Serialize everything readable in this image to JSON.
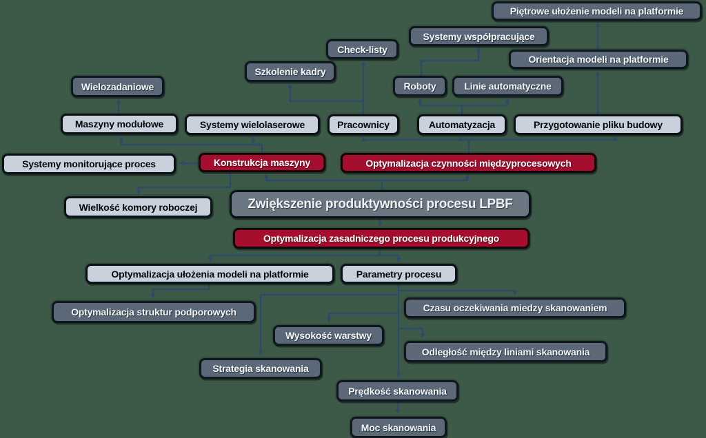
{
  "colors": {
    "background": "#3d5a48",
    "dark_node_fill": "#5a6877",
    "light_node_fill": "#c9d2dc",
    "red_node_fill": "#a60e2e",
    "center_node_fill": "#6b7683",
    "connector": "#2d4a67",
    "dark_node_text": "#f2f5f8",
    "light_node_text": "#05080b"
  },
  "nodes": [
    {
      "id": "wielozadaniowe",
      "label": "Wielozadaniowe",
      "type": "dark"
    },
    {
      "id": "maszyny-modulowe",
      "label": "Maszyny modułowe",
      "type": "light"
    },
    {
      "id": "systemy-wielolaserowe",
      "label": "Systemy wielolaserowe",
      "type": "light"
    },
    {
      "id": "pracownicy",
      "label": "Pracownicy",
      "type": "light"
    },
    {
      "id": "automatyzacja",
      "label": "Automatyzacja",
      "type": "light"
    },
    {
      "id": "przygotowanie-pliku-budowy",
      "label": "Przygotowanie pliku budowy",
      "type": "light"
    },
    {
      "id": "szkolenie-kadry",
      "label": "Szkolenie kadry",
      "type": "dark"
    },
    {
      "id": "check-listy",
      "label": "Check-listy",
      "type": "dark"
    },
    {
      "id": "systemy-wspolpracujace",
      "label": "Systemy współpracujące",
      "type": "dark"
    },
    {
      "id": "roboty",
      "label": "Roboty",
      "type": "dark"
    },
    {
      "id": "linie-automatyczne",
      "label": "Linie automatyczne",
      "type": "dark"
    },
    {
      "id": "orientacja-modeli",
      "label": "Orientacja modeli na platformie",
      "type": "dark"
    },
    {
      "id": "pietrowe-ulozenie",
      "label": "Piętrowe ułożenie modeli na platformie",
      "type": "dark"
    },
    {
      "id": "systemy-monitorujace",
      "label": "Systemy monitorujące proces",
      "type": "light"
    },
    {
      "id": "konstrukcja-maszyny",
      "label": "Konstrukcja maszyny",
      "type": "red"
    },
    {
      "id": "opt-czynnosci",
      "label": "Optymalizacja czynności międzyprocesowych",
      "type": "red"
    },
    {
      "id": "wielkosc-komory",
      "label": "Wielkość komory roboczej",
      "type": "light"
    },
    {
      "id": "zwiekszenie-lpbf",
      "label": "Zwiększenie produktywności procesu LPBF",
      "type": "center"
    },
    {
      "id": "opt-zasadniczego",
      "label": "Optymalizacja zasadniczego procesu produkcyjnego",
      "type": "red"
    },
    {
      "id": "opt-ulozenia",
      "label": "Optymalizacja ułożenia modeli na platformie",
      "type": "light"
    },
    {
      "id": "parametry-procesu",
      "label": "Parametry procesu",
      "type": "light"
    },
    {
      "id": "opt-struktur",
      "label": "Optymalizacja struktur podporowych",
      "type": "dark"
    },
    {
      "id": "czas-oczekiwania",
      "label": "Czasu oczekiwania miedzy skanowaniem",
      "type": "dark"
    },
    {
      "id": "wysokosc-warstwy",
      "label": "Wysokość warstwy",
      "type": "dark"
    },
    {
      "id": "odleglosc-linii",
      "label": "Odległość między liniami skanowania",
      "type": "dark"
    },
    {
      "id": "strategia-skanowania",
      "label": "Strategia skanowania",
      "type": "dark"
    },
    {
      "id": "predkosc-skanowania",
      "label": "Prędkość skanowania",
      "type": "dark"
    },
    {
      "id": "moc-skanowania",
      "label": "Moc skanowania",
      "type": "dark"
    }
  ],
  "edges": [
    {
      "from": "zwiekszenie-lpbf",
      "to": "konstrukcja-maszyny"
    },
    {
      "from": "zwiekszenie-lpbf",
      "to": "opt-czynnosci"
    },
    {
      "from": "zwiekszenie-lpbf",
      "to": "opt-zasadniczego"
    },
    {
      "from": "konstrukcja-maszyny",
      "to": "maszyny-modulowe"
    },
    {
      "from": "konstrukcja-maszyny",
      "to": "systemy-wielolaserowe"
    },
    {
      "from": "konstrukcja-maszyny",
      "to": "systemy-monitorujace"
    },
    {
      "from": "konstrukcja-maszyny",
      "to": "wielkosc-komory"
    },
    {
      "from": "maszyny-modulowe",
      "to": "wielozadaniowe"
    },
    {
      "from": "opt-czynnosci",
      "to": "pracownicy"
    },
    {
      "from": "opt-czynnosci",
      "to": "automatyzacja"
    },
    {
      "from": "opt-czynnosci",
      "to": "przygotowanie-pliku-budowy"
    },
    {
      "from": "pracownicy",
      "to": "szkolenie-kadry"
    },
    {
      "from": "pracownicy",
      "to": "check-listy"
    },
    {
      "from": "automatyzacja",
      "to": "roboty"
    },
    {
      "from": "automatyzacja",
      "to": "linie-automatyczne"
    },
    {
      "from": "roboty",
      "to": "systemy-wspolpracujace"
    },
    {
      "from": "przygotowanie-pliku-budowy",
      "to": "orientacja-modeli"
    },
    {
      "from": "orientacja-modeli",
      "to": "pietrowe-ulozenie"
    },
    {
      "from": "opt-zasadniczego",
      "to": "opt-ulozenia"
    },
    {
      "from": "opt-zasadniczego",
      "to": "parametry-procesu"
    },
    {
      "from": "opt-ulozenia",
      "to": "opt-struktur"
    },
    {
      "from": "parametry-procesu",
      "to": "czas-oczekiwania"
    },
    {
      "from": "parametry-procesu",
      "to": "strategia-skanowania"
    },
    {
      "from": "parametry-procesu",
      "to": "wysokosc-warstwy"
    },
    {
      "from": "parametry-procesu",
      "to": "odleglosc-linii"
    },
    {
      "from": "parametry-procesu",
      "to": "predkosc-skanowania"
    },
    {
      "from": "predkosc-skanowania",
      "to": "moc-skanowania"
    }
  ]
}
